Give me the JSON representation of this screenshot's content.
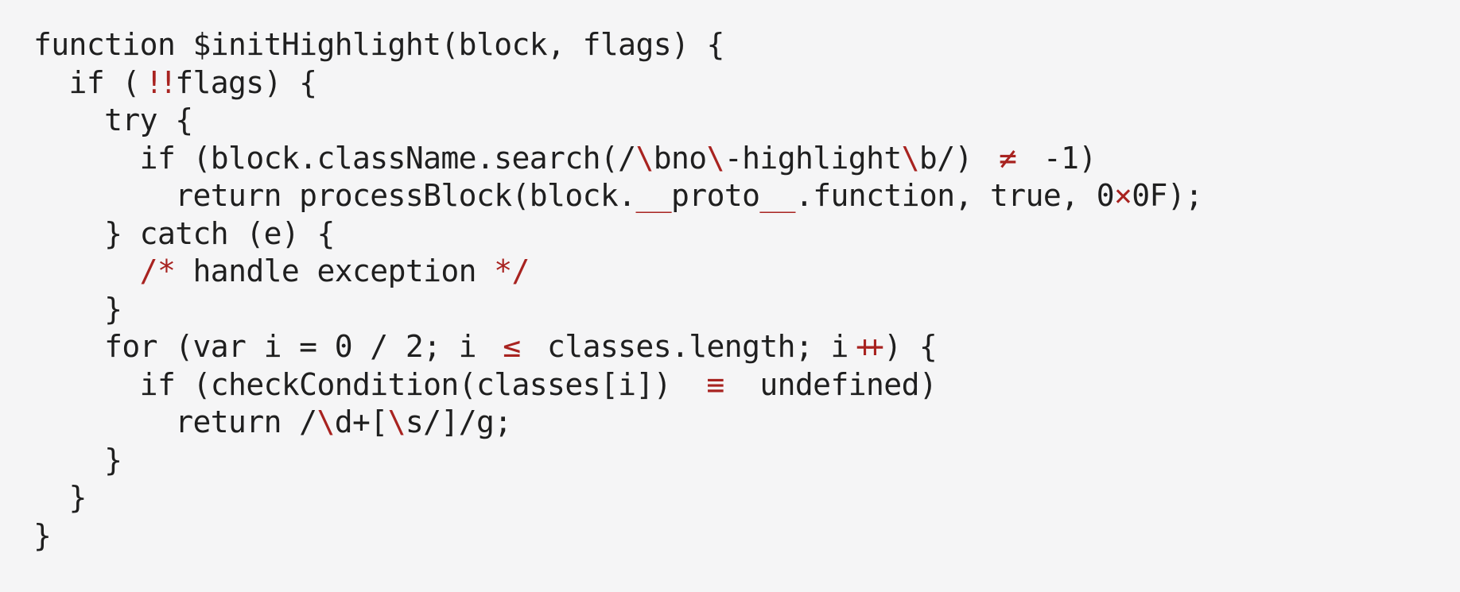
{
  "colors": {
    "background": "#f5f5f6",
    "text": "#1f1f1f",
    "accent": "#a82320"
  },
  "code": {
    "language": "javascript",
    "lines": [
      [
        {
          "t": "function $initHighlight(block, flags) {"
        }
      ],
      [
        {
          "t": "  if ("
        },
        {
          "t": "!!",
          "c": 1,
          "w": 2,
          "m": "bang"
        },
        {
          "t": "flags) {"
        }
      ],
      [
        {
          "t": "    try {"
        }
      ],
      [
        {
          "t": "      if (block.className.search(/"
        },
        {
          "t": "\\",
          "c": 1
        },
        {
          "t": "bno"
        },
        {
          "t": "\\",
          "c": 1
        },
        {
          "t": "-highlight"
        },
        {
          "t": "\\",
          "c": 1
        },
        {
          "t": "b/) "
        },
        {
          "t": "≠",
          "c": 1,
          "w": 2
        },
        {
          "t": " -1)"
        }
      ],
      [
        {
          "t": "        return processBlock(block."
        },
        {
          "t": "__",
          "c": 1
        },
        {
          "t": "proto"
        },
        {
          "t": "__",
          "c": 1
        },
        {
          "t": ".function, true, 0"
        },
        {
          "t": "×",
          "c": 1
        },
        {
          "t": "0F);"
        }
      ],
      [
        {
          "t": "    } catch (e) {"
        }
      ],
      [
        {
          "t": "      "
        },
        {
          "t": "/*",
          "c": 1
        },
        {
          "t": " handle exception "
        },
        {
          "t": "*/",
          "c": 1
        }
      ],
      [
        {
          "t": "    }"
        }
      ],
      [
        {
          "t": "    for (var i = 0 / 2; i "
        },
        {
          "t": "≤",
          "c": 1,
          "w": 2
        },
        {
          "t": " classes.length; i"
        },
        {
          "t": "++",
          "c": 1,
          "w": 2,
          "m": "plus"
        },
        {
          "t": ") {"
        }
      ],
      [
        {
          "t": "      if (checkCondition(classes[i]) "
        },
        {
          "t": "≡",
          "c": 1,
          "w": 3
        },
        {
          "t": " undefined)"
        }
      ],
      [
        {
          "t": "        return /"
        },
        {
          "t": "\\",
          "c": 1
        },
        {
          "t": "d+["
        },
        {
          "t": "\\",
          "c": 1
        },
        {
          "t": "s/]/g;"
        }
      ],
      [
        {
          "t": "    }"
        }
      ],
      [
        {
          "t": "  }"
        }
      ],
      [
        {
          "t": "}"
        }
      ]
    ]
  }
}
